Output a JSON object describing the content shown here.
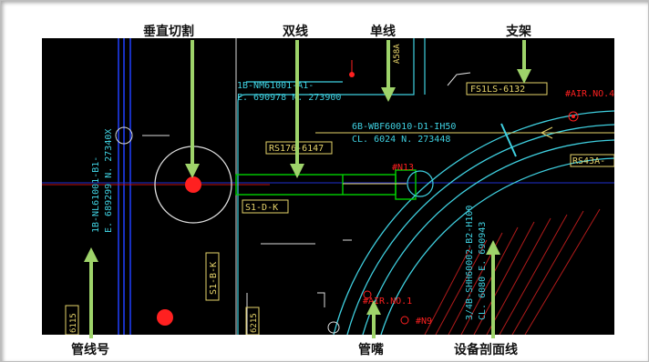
{
  "callouts": {
    "vertical_cut": "垂直切割",
    "double_line": "双线",
    "single_line": "单线",
    "support": "支架",
    "line_number": "管线号",
    "nozzle": "管嘴",
    "equipment_section_line": "设备剖面线"
  },
  "drawing_labels": {
    "pipe_1b": "1B-NM61001-A1-",
    "coord_1b": "E. 690978  N. 273900",
    "tag_a58": "A58A",
    "support_fs1": "FS1LS-6132",
    "air_no4": "#AIR.NO.4",
    "pipe_6b": "6B-WBF60010-D1-IH50",
    "coord_6b": "CL. 6024  N. 273448",
    "rs176": "RS176-6147",
    "rs43a": "RS43A-",
    "n13": "#N13",
    "s1dk": "S1-D-K",
    "s1bk": "S1-B-K",
    "vert_pipe_left": "1B-NL61001-B1-",
    "vert_coord_left": "E. 689299  N. 27340X",
    "vert_pipe_right": "3/4B-SHH60002-B2-H100",
    "vert_coord_right": "CL. 6080  E. 690943",
    "air_no1": "#AIR.NO.1",
    "n9": "#N9",
    "tag_6115": "6115",
    "tag_215": "6215"
  },
  "colors": {
    "cad_background": "#000000",
    "arrow": "#9ed36a",
    "pipe_green": "#00d000",
    "cyan": "#3fd0e0",
    "red": "#ff2020",
    "yellow": "#e6d36a",
    "blue": "#2040ff"
  }
}
